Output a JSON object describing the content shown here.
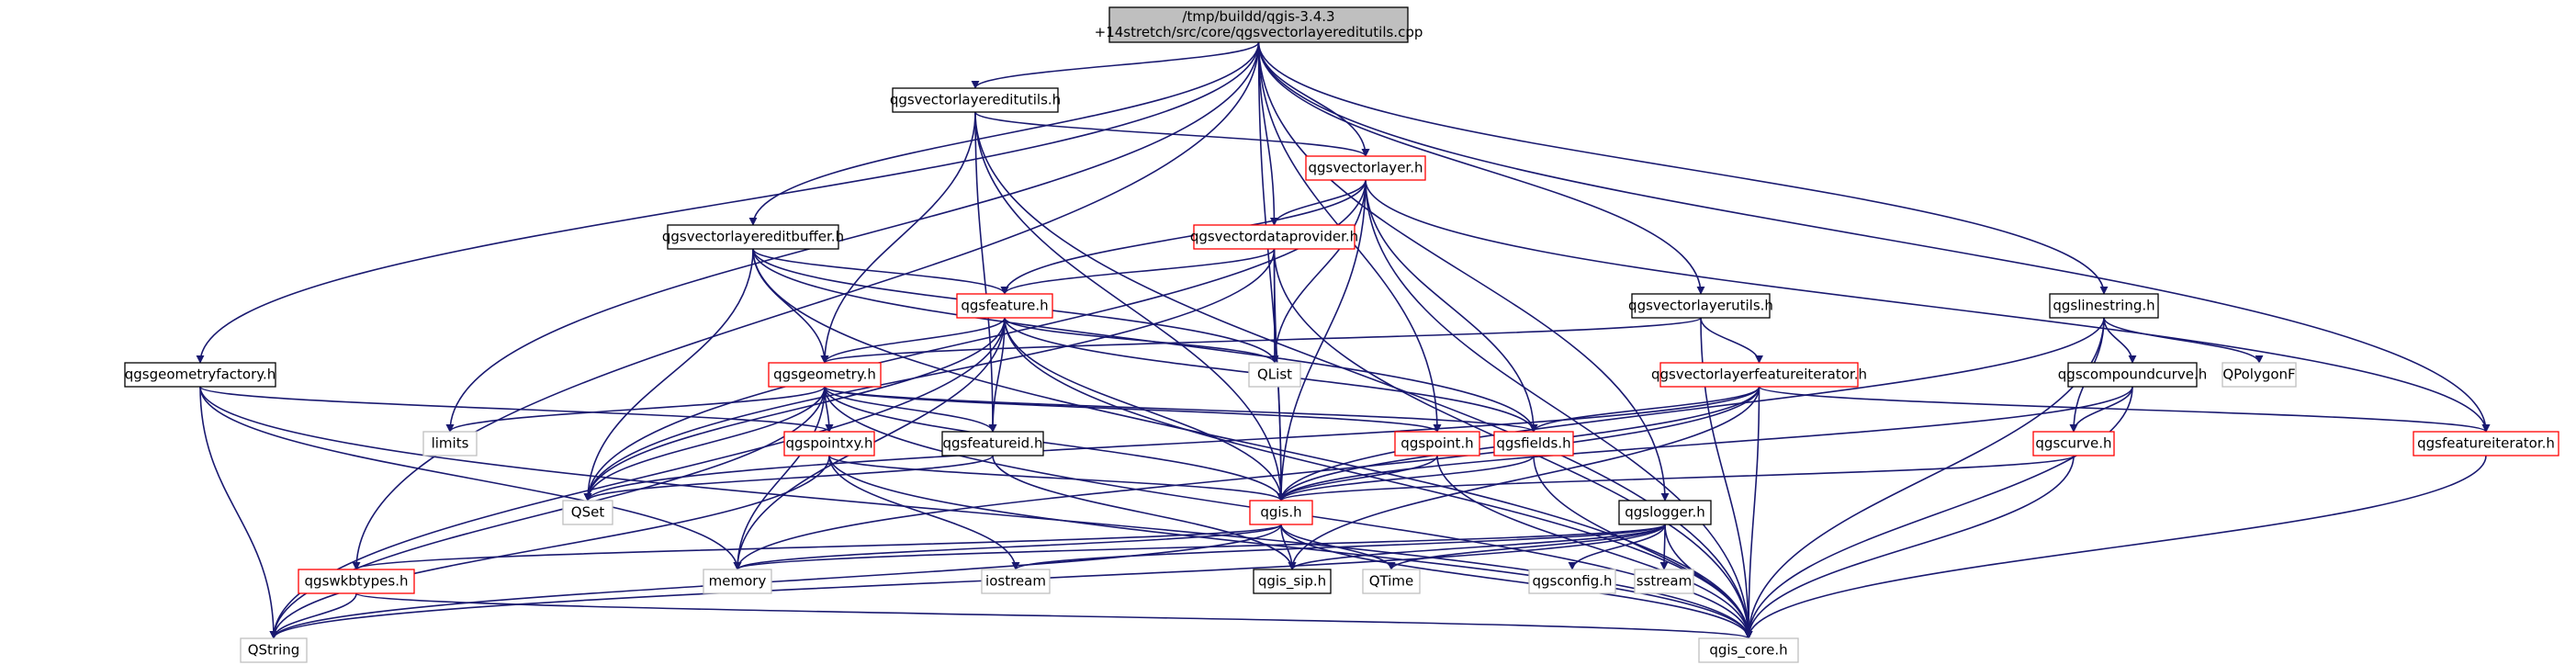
{
  "colors": {
    "edge": "#191970",
    "box_default": "#000000",
    "box_red": "#ff0000",
    "box_gray": "#bfbfbf",
    "root_fill": "#bfbfbf",
    "fill": "#ffffff",
    "text": "#000000"
  },
  "nodes": [
    {
      "id": "root",
      "lines": [
        "/tmp/buildd/qgis-3.4.3",
        "+14stretch/src/core/qgsvectorlayereditutils.cpp"
      ],
      "style": "root"
    },
    {
      "id": "qgsvectorlayereditutils_h",
      "lines": [
        "qgsvectorlayereditutils.h"
      ],
      "style": "black"
    },
    {
      "id": "qgsvectorlayer_h",
      "lines": [
        "qgsvectorlayer.h"
      ],
      "style": "red"
    },
    {
      "id": "qgsvectorlayereditbuffer_h",
      "lines": [
        "qgsvectorlayereditbuffer.h"
      ],
      "style": "black"
    },
    {
      "id": "qgsvectordataprovider_h",
      "lines": [
        "qgsvectordataprovider.h"
      ],
      "style": "red"
    },
    {
      "id": "qgsvectorlayerutils_h",
      "lines": [
        "qgsvectorlayerutils.h"
      ],
      "style": "black"
    },
    {
      "id": "qgslinestring_h",
      "lines": [
        "qgslinestring.h"
      ],
      "style": "black"
    },
    {
      "id": "qgsfeature_h",
      "lines": [
        "qgsfeature.h"
      ],
      "style": "red"
    },
    {
      "id": "QList",
      "lines": [
        "QList"
      ],
      "style": "gray"
    },
    {
      "id": "QPolygonF",
      "lines": [
        "QPolygonF"
      ],
      "style": "gray"
    },
    {
      "id": "qgsvectorlayerfeatureiterator_h",
      "lines": [
        "qgsvectorlayerfeatureiterator.h"
      ],
      "style": "red"
    },
    {
      "id": "qgscompoundcurve_h",
      "lines": [
        "qgscompoundcurve.h"
      ],
      "style": "black"
    },
    {
      "id": "qgsgeometryfactory_h",
      "lines": [
        "qgsgeometryfactory.h"
      ],
      "style": "black"
    },
    {
      "id": "qgsgeometry_h",
      "lines": [
        "qgsgeometry.h"
      ],
      "style": "red"
    },
    {
      "id": "qgsfeatureiterator_h",
      "lines": [
        "qgsfeatureiterator.h"
      ],
      "style": "red"
    },
    {
      "id": "limits",
      "lines": [
        "limits"
      ],
      "style": "gray"
    },
    {
      "id": "qgspointxy_h",
      "lines": [
        "qgspointxy.h"
      ],
      "style": "red"
    },
    {
      "id": "qgsfeatureid_h",
      "lines": [
        "qgsfeatureid.h"
      ],
      "style": "black"
    },
    {
      "id": "qgspoint_h",
      "lines": [
        "qgspoint.h"
      ],
      "style": "red"
    },
    {
      "id": "qgsfields_h",
      "lines": [
        "qgsfields.h"
      ],
      "style": "red"
    },
    {
      "id": "qgscurve_h",
      "lines": [
        "qgscurve.h"
      ],
      "style": "red"
    },
    {
      "id": "QSet",
      "lines": [
        "QSet"
      ],
      "style": "gray"
    },
    {
      "id": "qgis_h",
      "lines": [
        "qgis.h"
      ],
      "style": "red"
    },
    {
      "id": "qgslogger_h",
      "lines": [
        "qgslogger.h"
      ],
      "style": "black"
    },
    {
      "id": "memory",
      "lines": [
        "memory"
      ],
      "style": "gray"
    },
    {
      "id": "iostream",
      "lines": [
        "iostream"
      ],
      "style": "gray"
    },
    {
      "id": "qgis_sip_h",
      "lines": [
        "qgis_sip.h"
      ],
      "style": "black"
    },
    {
      "id": "QTime",
      "lines": [
        "QTime"
      ],
      "style": "gray"
    },
    {
      "id": "qgsconfig_h",
      "lines": [
        "qgsconfig.h"
      ],
      "style": "gray"
    },
    {
      "id": "sstream",
      "lines": [
        "sstream"
      ],
      "style": "gray"
    },
    {
      "id": "qgswkbtypes_h",
      "lines": [
        "qgswkbtypes.h"
      ],
      "style": "red"
    },
    {
      "id": "QString",
      "lines": [
        "QString"
      ],
      "style": "gray"
    },
    {
      "id": "qgis_core_h",
      "lines": [
        "qgis_core.h"
      ],
      "style": "gray"
    }
  ],
  "edges": [
    [
      "root",
      "qgsvectorlayereditutils_h"
    ],
    [
      "root",
      "qgsvectorlayer_h"
    ],
    [
      "root",
      "qgsvectordataprovider_h"
    ],
    [
      "root",
      "qgsvectorlayereditbuffer_h"
    ],
    [
      "root",
      "qgsvectorlayerutils_h"
    ],
    [
      "root",
      "qgslinestring_h"
    ],
    [
      "root",
      "qgsgeometryfactory_h"
    ],
    [
      "root",
      "qgswkbtypes_h"
    ],
    [
      "root",
      "limits"
    ],
    [
      "root",
      "qgis_h"
    ],
    [
      "root",
      "qgspoint_h"
    ],
    [
      "root",
      "qgslogger_h"
    ],
    [
      "root",
      "qgsfeatureiterator_h"
    ],
    [
      "qgsvectorlayereditutils_h",
      "qgsvectorlayer_h"
    ],
    [
      "qgsvectorlayereditutils_h",
      "qgsgeometry_h"
    ],
    [
      "qgsvectorlayereditutils_h",
      "qgsfeatureid_h"
    ],
    [
      "qgsvectorlayereditutils_h",
      "qgis_h"
    ],
    [
      "qgsvectorlayereditutils_h",
      "qgis_core_h"
    ],
    [
      "qgsvectorlayer_h",
      "qgsvectordataprovider_h"
    ],
    [
      "qgsvectorlayer_h",
      "qgsfeature_h"
    ],
    [
      "qgsvectorlayer_h",
      "QList"
    ],
    [
      "qgsvectorlayer_h",
      "qgsfields_h"
    ],
    [
      "qgsvectorlayer_h",
      "qgis_h"
    ],
    [
      "qgsvectorlayer_h",
      "qgsfeatureiterator_h"
    ],
    [
      "qgsvectorlayer_h",
      "qgis_core_h"
    ],
    [
      "qgsvectorlayer_h",
      "QSet"
    ],
    [
      "qgsvectorlayereditbuffer_h",
      "qgsfeature_h"
    ],
    [
      "qgsvectorlayereditbuffer_h",
      "qgsgeometry_h"
    ],
    [
      "qgsvectorlayereditbuffer_h",
      "QList"
    ],
    [
      "qgsvectorlayereditbuffer_h",
      "qgsfields_h"
    ],
    [
      "qgsvectorlayereditbuffer_h",
      "QSet"
    ],
    [
      "qgsvectorlayereditbuffer_h",
      "qgis_core_h"
    ],
    [
      "qgsvectordataprovider_h",
      "qgsfeature_h"
    ],
    [
      "qgsvectordataprovider_h",
      "QList"
    ],
    [
      "qgsvectordataprovider_h",
      "qgis_h"
    ],
    [
      "qgsvectordataprovider_h",
      "QSet"
    ],
    [
      "qgsvectordataprovider_h",
      "qgis_core_h"
    ],
    [
      "qgsfeature_h",
      "qgsgeometry_h"
    ],
    [
      "qgsfeature_h",
      "QList"
    ],
    [
      "qgsfeature_h",
      "qgsfields_h"
    ],
    [
      "qgsfeature_h",
      "qgsfeatureid_h"
    ],
    [
      "qgsfeature_h",
      "qgis_h"
    ],
    [
      "qgsfeature_h",
      "QSet"
    ],
    [
      "qgsfeature_h",
      "memory"
    ],
    [
      "qgsfeature_h",
      "QString"
    ],
    [
      "qgsfeature_h",
      "qgis_core_h"
    ],
    [
      "qgsvectorlayerutils_h",
      "qgsgeometry_h"
    ],
    [
      "qgsvectorlayerutils_h",
      "qgsvectorlayerfeatureiterator_h"
    ],
    [
      "qgsvectorlayerutils_h",
      "qgis_core_h"
    ],
    [
      "qgsvectorlayerfeatureiterator_h",
      "qgsfields_h"
    ],
    [
      "qgsvectorlayerfeatureiterator_h",
      "qgsfeatureiterator_h"
    ],
    [
      "qgsvectorlayerfeatureiterator_h",
      "qgis_h"
    ],
    [
      "qgsvectorlayerfeatureiterator_h",
      "QSet"
    ],
    [
      "qgsvectorlayerfeatureiterator_h",
      "memory"
    ],
    [
      "qgsvectorlayerfeatureiterator_h",
      "qgis_sip_h"
    ],
    [
      "qgsvectorlayerfeatureiterator_h",
      "qgis_core_h"
    ],
    [
      "qgslinestring_h",
      "qgscompoundcurve_h"
    ],
    [
      "qgslinestring_h",
      "QPolygonF"
    ],
    [
      "qgslinestring_h",
      "qgscurve_h"
    ],
    [
      "qgslinestring_h",
      "qgis_h"
    ],
    [
      "qgslinestring_h",
      "qgis_core_h"
    ],
    [
      "qgscompoundcurve_h",
      "qgscurve_h"
    ],
    [
      "qgscompoundcurve_h",
      "qgis_h"
    ],
    [
      "qgscompoundcurve_h",
      "qgis_core_h"
    ],
    [
      "qgscurve_h",
      "qgis_h"
    ],
    [
      "qgscurve_h",
      "qgis_core_h"
    ],
    [
      "qgsgeometryfactory_h",
      "qgspointxy_h"
    ],
    [
      "qgsgeometryfactory_h",
      "qgis_core_h"
    ],
    [
      "qgsgeometryfactory_h",
      "QString"
    ],
    [
      "qgsgeometryfactory_h",
      "memory"
    ],
    [
      "qgsgeometry_h",
      "qgspointxy_h"
    ],
    [
      "qgsgeometry_h",
      "qgsfeatureid_h"
    ],
    [
      "qgsgeometry_h",
      "qgspoint_h"
    ],
    [
      "qgsgeometry_h",
      "limits"
    ],
    [
      "qgsgeometry_h",
      "QSet"
    ],
    [
      "qgsgeometry_h",
      "memory"
    ],
    [
      "qgsgeometry_h",
      "qgis_h"
    ],
    [
      "qgsgeometry_h",
      "QString"
    ],
    [
      "qgsgeometry_h",
      "qgis_core_h"
    ],
    [
      "qgsgeometry_h",
      "qgsfields_h"
    ],
    [
      "qgspointxy_h",
      "qgis_h"
    ],
    [
      "qgspointxy_h",
      "iostream"
    ],
    [
      "qgspointxy_h",
      "QString"
    ],
    [
      "qgspointxy_h",
      "qgis_core_h"
    ],
    [
      "qgsfeatureid_h",
      "QSet"
    ],
    [
      "qgsfeatureid_h",
      "qgis_sip_h"
    ],
    [
      "qgspoint_h",
      "qgis_h"
    ],
    [
      "qgspoint_h",
      "qgis_core_h"
    ],
    [
      "qgsfields_h",
      "qgis_h"
    ],
    [
      "qgsfields_h",
      "qgis_core_h"
    ],
    [
      "qgsfeatureiterator_h",
      "qgis_core_h"
    ],
    [
      "qgis_h",
      "memory"
    ],
    [
      "qgis_h",
      "qgis_sip_h"
    ],
    [
      "qgis_h",
      "QTime"
    ],
    [
      "qgis_h",
      "qgis_core_h"
    ],
    [
      "qgis_h",
      "qgswkbtypes_h"
    ],
    [
      "qgis_h",
      "QString"
    ],
    [
      "qgslogger_h",
      "iostream"
    ],
    [
      "qgslogger_h",
      "qgis_sip_h"
    ],
    [
      "qgslogger_h",
      "QTime"
    ],
    [
      "qgslogger_h",
      "qgsconfig_h"
    ],
    [
      "qgslogger_h",
      "sstream"
    ],
    [
      "qgslogger_h",
      "qgis_core_h"
    ],
    [
      "qgslogger_h",
      "memory"
    ],
    [
      "qgslogger_h",
      "QString"
    ],
    [
      "qgswkbtypes_h",
      "QString"
    ],
    [
      "qgswkbtypes_h",
      "qgis_core_h"
    ]
  ]
}
